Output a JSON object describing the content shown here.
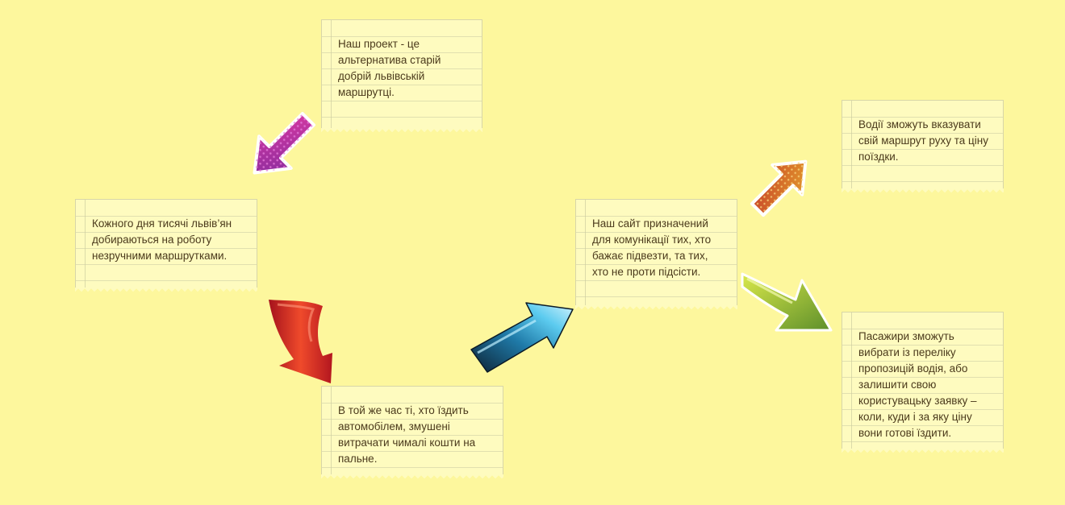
{
  "notes": {
    "project": "Наш проект - це альтернатива старій добрій львівській маршрутці.",
    "daily": "Кожного дня тисячі львів’ян добираються на роботу незручними маршрутками.",
    "cars": "В той же час ті, хто їздить автомобілем, змушені витрачати чималі кошти на пальне.",
    "site": "Наш сайт призначений для комунікації тих, хто бажає підвезти, та тих, хто не проти підсісти.",
    "drivers": "Водії зможуть вказувати свій маршрут руху та ціну поїздки.",
    "passengers": "Пасажири зможуть вибрати із переліку пропозицій водія, або залишити свою користувацьку заявку – коли, куди і за яку ціну вони готові їздити."
  },
  "arrows": [
    {
      "name": "purple-arrow-icon",
      "color": "#9b2fa3"
    },
    {
      "name": "red-arrow-icon",
      "color": "#d7372b"
    },
    {
      "name": "blue-arrow-icon",
      "color": "#2aa7d6"
    },
    {
      "name": "orange-arrow-icon",
      "color": "#d9772c"
    },
    {
      "name": "green-arrow-icon",
      "color": "#7fa52b"
    }
  ]
}
